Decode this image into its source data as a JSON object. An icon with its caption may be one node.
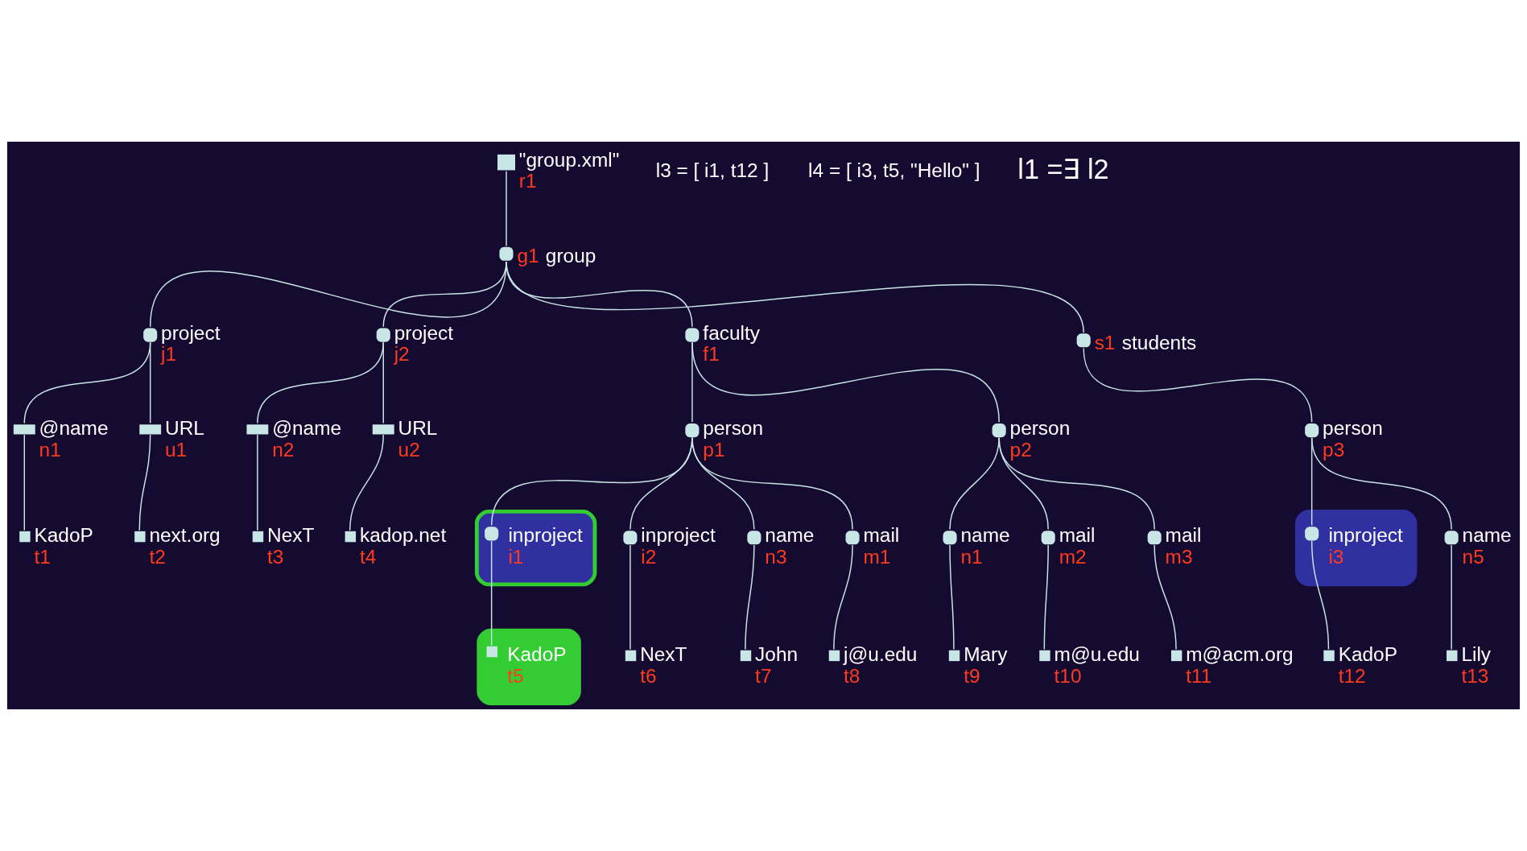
{
  "diagram": {
    "nodes": [
      {
        "text": [
          "\"group.xml\"",
          "r1"
        ]
      },
      {
        "text": [
          "g1",
          "group"
        ]
      },
      {
        "text": [
          "project",
          "j1"
        ]
      },
      {
        "text": [
          "project",
          "j2"
        ]
      },
      {
        "text": [
          "faculty",
          "f1"
        ]
      },
      {
        "text": [
          "s1",
          "students"
        ]
      },
      {
        "text": [
          "@name",
          "n1"
        ]
      },
      {
        "text": [
          "KadoP",
          "t1"
        ]
      },
      {
        "text": [
          "URL",
          "u1"
        ]
      },
      {
        "text": [
          "next.org",
          "t2"
        ]
      },
      {
        "text": [
          "@name",
          "n2"
        ]
      },
      {
        "text": [
          "NexT",
          "t3"
        ]
      },
      {
        "text": [
          "URL",
          "u2"
        ]
      },
      {
        "text": [
          "kadop.net",
          "t4"
        ]
      },
      {
        "text": [
          "person",
          "p1"
        ]
      },
      {
        "text": [
          "inproject",
          "i1"
        ]
      },
      {
        "text": [
          "KadoP",
          "t5"
        ]
      },
      {
        "text": [
          "inproject",
          "i2"
        ]
      },
      {
        "text": [
          "NexT",
          "t6"
        ]
      },
      {
        "text": [
          "name",
          "n3"
        ]
      },
      {
        "text": [
          "John",
          "t7"
        ]
      },
      {
        "text": [
          "mail",
          "m1"
        ]
      },
      {
        "text": [
          "j@u.edu",
          "t8"
        ]
      },
      {
        "text": [
          "person",
          "p2"
        ]
      },
      {
        "text": [
          "name",
          "n1"
        ]
      },
      {
        "text": [
          "Mary",
          "t9"
        ]
      },
      {
        "text": [
          "mail",
          "m2"
        ]
      },
      {
        "text": [
          "m@u.edu",
          "t10"
        ]
      },
      {
        "text": [
          "mail",
          "m3"
        ]
      },
      {
        "text": [
          "m@acm.org",
          "t11"
        ]
      },
      {
        "text": [
          "person",
          "p3"
        ]
      },
      {
        "text": [
          "inproject",
          "i3"
        ]
      },
      {
        "text": [
          "KadoP",
          "t12"
        ]
      },
      {
        "text": [
          "name",
          "n5"
        ]
      },
      {
        "text": [
          "Lily",
          "t13"
        ]
      }
    ],
    "edges": [
      {
        "from": 1,
        "to": 0,
        "arrow": "none"
      },
      {
        "from": 1,
        "to": 2,
        "arrow": "none"
      },
      {
        "from": 1,
        "to": 3,
        "arrow": "none"
      },
      {
        "from": 1,
        "to": 4,
        "arrow": "none"
      },
      {
        "from": 1,
        "to": 5,
        "arrow": "none"
      },
      {
        "from": 2,
        "to": 6,
        "arrow": "none"
      },
      {
        "from": 6,
        "to": 7,
        "arrow": "none"
      },
      {
        "from": 2,
        "to": 8,
        "arrow": "none"
      },
      {
        "from": 8,
        "to": 9,
        "arrow": "none"
      },
      {
        "from": 3,
        "to": 10,
        "arrow": "none"
      },
      {
        "from": 10,
        "to": 11,
        "arrow": "none"
      },
      {
        "from": 3,
        "to": 12,
        "arrow": "none"
      },
      {
        "from": 12,
        "to": 13,
        "arrow": "none"
      },
      {
        "from": 4,
        "to": 14,
        "arrow": "none"
      },
      {
        "from": 14,
        "to": 15,
        "arrow": "none"
      },
      {
        "from": 15,
        "to": 16,
        "arrow": "none"
      },
      {
        "from": 14,
        "to": 17,
        "arrow": "none"
      },
      {
        "from": 17,
        "to": 18,
        "arrow": "none"
      },
      {
        "from": 14,
        "to": 19,
        "arrow": "none"
      },
      {
        "from": 19,
        "to": 20,
        "arrow": "none"
      },
      {
        "from": 14,
        "to": 21,
        "arrow": "none"
      },
      {
        "from": 21,
        "to": 22,
        "arrow": "none"
      },
      {
        "from": 4,
        "to": 23,
        "arrow": "none"
      },
      {
        "from": 23,
        "to": 24,
        "arrow": "none"
      },
      {
        "from": 24,
        "to": 25,
        "arrow": "none"
      },
      {
        "from": 23,
        "to": 26,
        "arrow": "none"
      },
      {
        "from": 26,
        "to": 27,
        "arrow": "none"
      },
      {
        "from": 23,
        "to": 28,
        "arrow": "none"
      },
      {
        "from": 28,
        "to": 29,
        "arrow": "none"
      },
      {
        "from": 5,
        "to": 30,
        "arrow": "none"
      },
      {
        "from": 30,
        "to": 31,
        "arrow": "none"
      },
      {
        "from": 31,
        "to": 32,
        "arrow": "none"
      },
      {
        "from": 30,
        "to": 33,
        "arrow": "none"
      },
      {
        "from": 33,
        "to": 34,
        "arrow": "none"
      }
    ],
    "labels": [
      "l3 = [ i1, t12 ]",
      "l4 = [ i3, t5, \"Hello\" ]",
      "l1 =∃ l2"
    ]
  }
}
